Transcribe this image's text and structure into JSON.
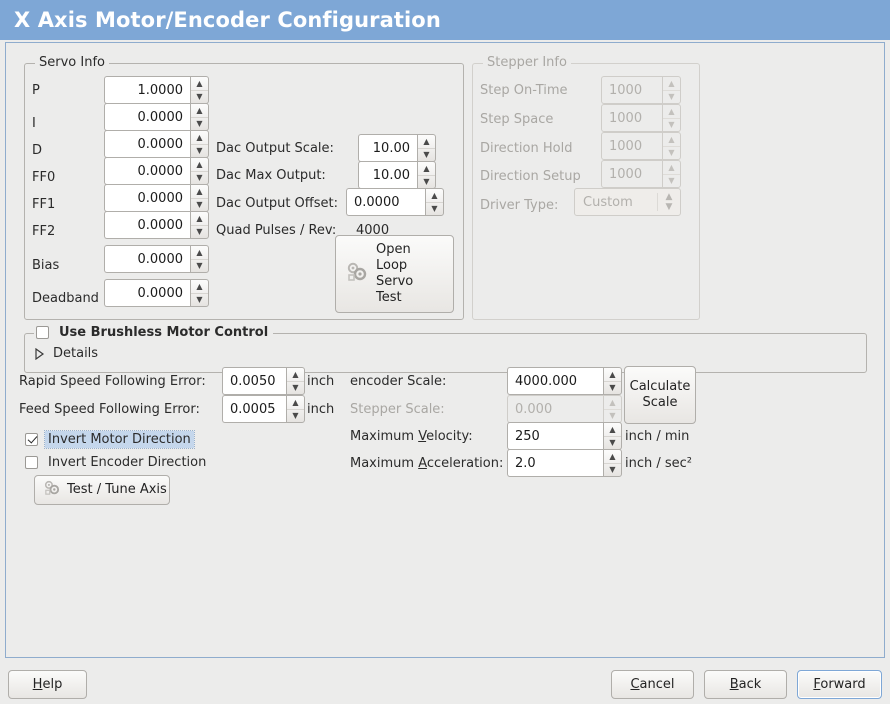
{
  "window": {
    "title": "X Axis Motor/Encoder Configuration",
    "title_bar_color": "#7ea7d6",
    "background_color": "#ececeb"
  },
  "servo_info": {
    "legend": "Servo Info",
    "rows": [
      {
        "label": "P",
        "value": "1.0000"
      },
      {
        "label": "I",
        "value": "0.0000"
      },
      {
        "label": "D",
        "value": "0.0000"
      },
      {
        "label": "FF0",
        "value": "0.0000"
      },
      {
        "label": "FF1",
        "value": "0.0000"
      },
      {
        "label": "FF2",
        "value": "0.0000"
      },
      {
        "label": "Bias",
        "value": "0.0000"
      },
      {
        "label": "Deadband",
        "value": "0.0000"
      }
    ],
    "dac": {
      "output_scale_label": "Dac Output Scale:",
      "output_scale_value": "10.00",
      "max_output_label": "Dac Max Output:",
      "max_output_value": "10.00",
      "output_offset_label": "Dac Output Offset:",
      "output_offset_value": "0.0000",
      "quad_pulses_label": "Quad Pulses / Rev:",
      "quad_pulses_value": "4000"
    },
    "open_loop_test_button": "Open\nLoop\nServo\nTest",
    "open_loop_test_lines": [
      "Open",
      "Loop",
      "Servo",
      "Test"
    ],
    "open_loop_test_icon": "gears-icon"
  },
  "stepper_info": {
    "legend": "Stepper Info",
    "enabled": false,
    "rows": [
      {
        "label": "Step On-Time",
        "value": "1000"
      },
      {
        "label": "Step Space",
        "value": "1000"
      },
      {
        "label": "Direction Hold",
        "value": "1000"
      },
      {
        "label": "Direction Setup",
        "value": "1000"
      }
    ],
    "driver_type_label": "Driver Type:",
    "driver_type_value": "Custom"
  },
  "brushless": {
    "checkbox_label": "Use Brushless Motor Control",
    "checked": false,
    "details_label": "Details",
    "details_expanded": false
  },
  "following_error": {
    "rapid_label": "Rapid Speed Following Error:",
    "rapid_value": "0.0050",
    "rapid_unit": "inch",
    "feed_label": "Feed Speed Following Error:",
    "feed_value": "0.0005",
    "feed_unit": "inch"
  },
  "direction_options": {
    "invert_motor_label": "Invert Motor Direction",
    "invert_motor_checked": true,
    "invert_motor_focused": true,
    "invert_encoder_label": "Invert Encoder Direction",
    "invert_encoder_checked": false,
    "test_tune_button": "Test / Tune Axis",
    "test_tune_icon": "gears-icon"
  },
  "scales": {
    "encoder_scale_label": "encoder Scale:",
    "encoder_scale_value": "4000.000",
    "stepper_scale_label": "Stepper Scale:",
    "stepper_scale_value": "0.000",
    "stepper_scale_enabled": false,
    "calculate_button_lines": [
      "Calculate",
      "Scale"
    ],
    "max_velocity_label_pre": "Maximum ",
    "max_velocity_label_mn": "V",
    "max_velocity_label_post": "elocity:",
    "max_velocity_value": "250",
    "max_velocity_unit": "inch / min",
    "max_accel_label_pre": "Maximum ",
    "max_accel_label_mn": "A",
    "max_accel_label_post": "cceleration:",
    "max_accel_value": "2.0",
    "max_accel_unit": "inch / sec²"
  },
  "actions": {
    "help": {
      "mn": "H",
      "rest": "elp"
    },
    "cancel": {
      "mn": "C",
      "rest": "ancel"
    },
    "back": {
      "mn": "B",
      "rest": "ack"
    },
    "forward": {
      "mn": "F",
      "rest": "orward",
      "focused": true
    }
  }
}
